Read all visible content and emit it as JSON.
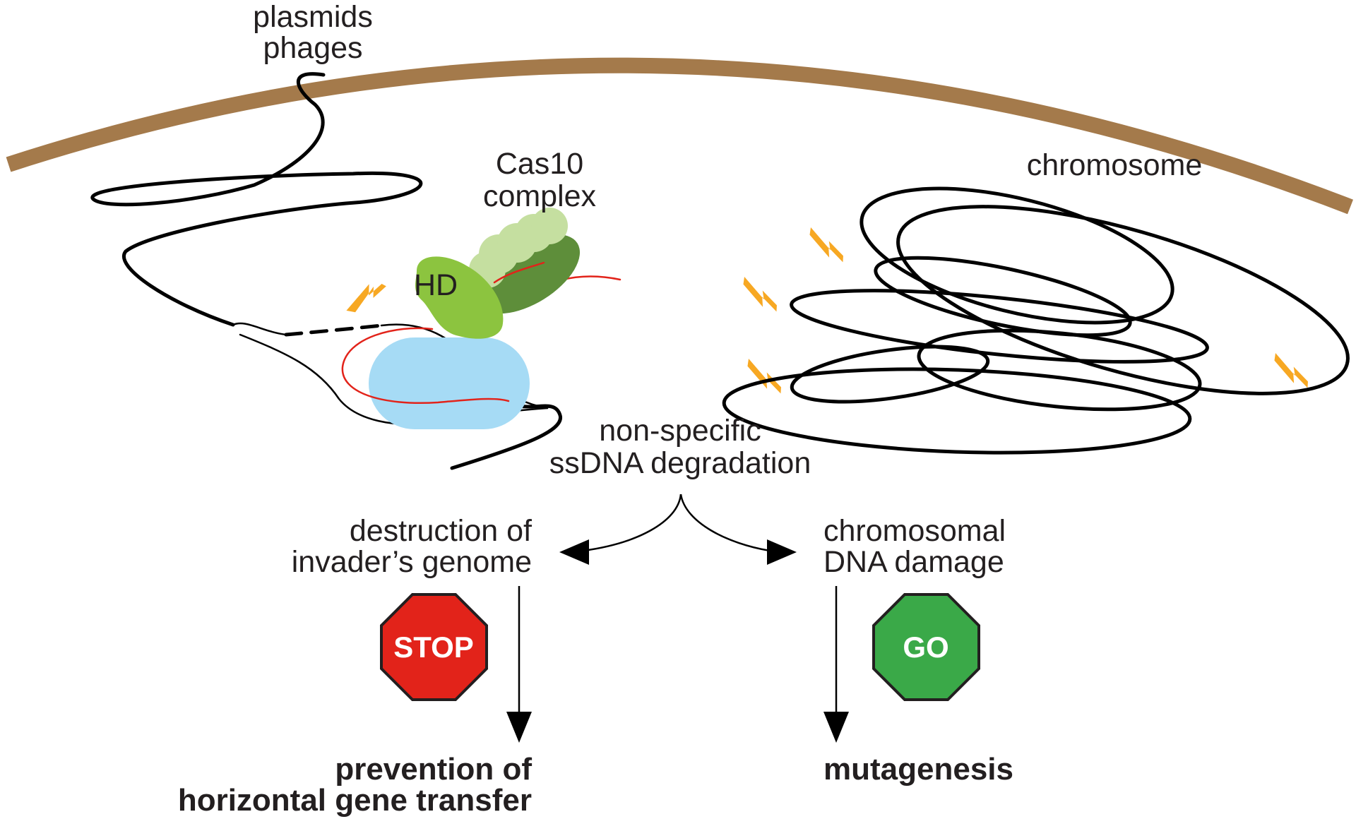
{
  "labels": {
    "invaders_line1": "plasmids",
    "invaders_line2": "phages",
    "complex_line1": "Cas10",
    "complex_line2": "complex",
    "hd_domain": "HD",
    "chromosome": "chromosome",
    "degradation_line1": "non-specific",
    "degradation_line2": "ssDNA degradation",
    "left_outcome_line1": "destruction of",
    "left_outcome_line2": "invader’s genome",
    "right_outcome_line1": "chromosomal",
    "right_outcome_line2": "DNA damage",
    "left_result_line1": "prevention of",
    "left_result_line2": "horizontal gene transfer",
    "right_result": "mutagenesis"
  },
  "signs": {
    "stop": "STOP",
    "go": "GO"
  },
  "colors": {
    "cell_membrane": "#a47a4b",
    "stop_sign": "#e2231a",
    "go_sign": "#3aa948",
    "hd_domain": "#8cc43f",
    "cas10_dark": "#5e8e3a",
    "cas10_light": "#c5dfa0",
    "target_blue": "#a6dbf5",
    "crrna": "#e2231a",
    "damage_bolt": "#f7a823"
  },
  "icons": [
    "cell-membrane",
    "lightning-bolt-icon",
    "stop-sign-icon",
    "go-sign-icon",
    "arrow-icon"
  ]
}
